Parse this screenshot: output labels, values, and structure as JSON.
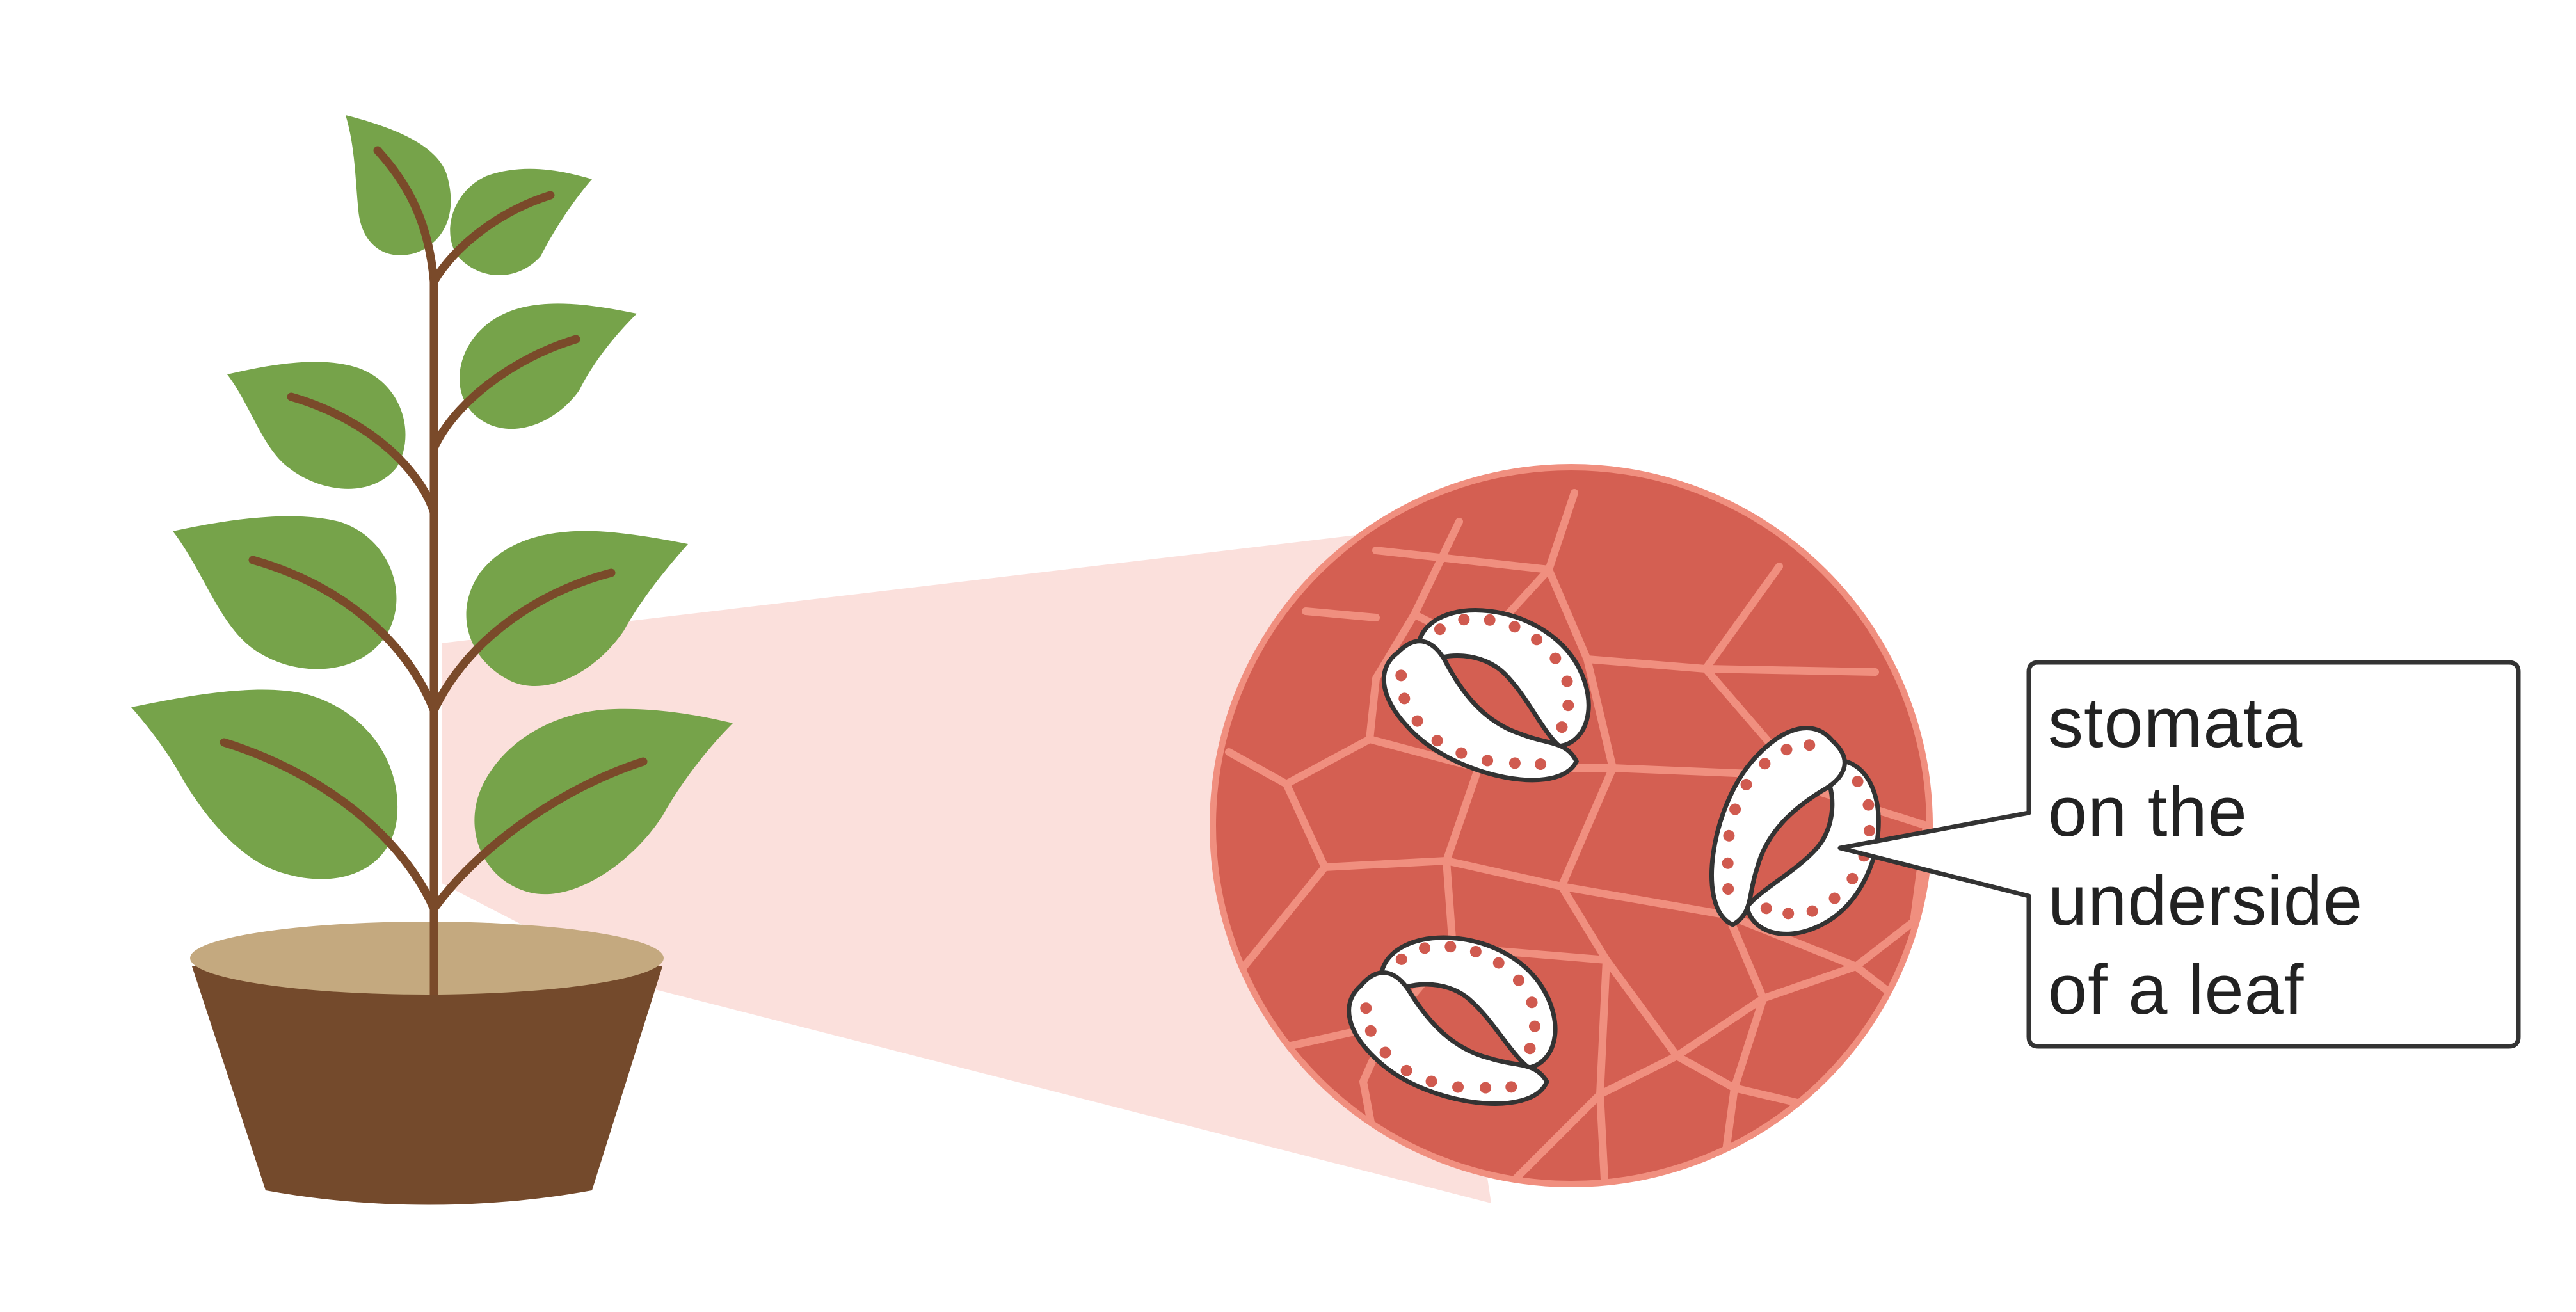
{
  "callout": {
    "lines": [
      "stomata",
      "on the",
      "underside",
      "of a leaf"
    ]
  },
  "colors": {
    "leaf": "#76a34a",
    "stem": "#7a4a2a",
    "pot": "#744a2c",
    "soil": "#c4a97f",
    "tissue": "#d45f52",
    "cell_wall": "#f08f7f",
    "cone": "#fbe0dc",
    "guard_cell": "#ffffff",
    "chloroplast": "#d05a4f",
    "outline": "#333333"
  },
  "icons": {
    "plant": "potted-plant-icon",
    "magnifier": "leaf-tissue-magnified-circle"
  }
}
